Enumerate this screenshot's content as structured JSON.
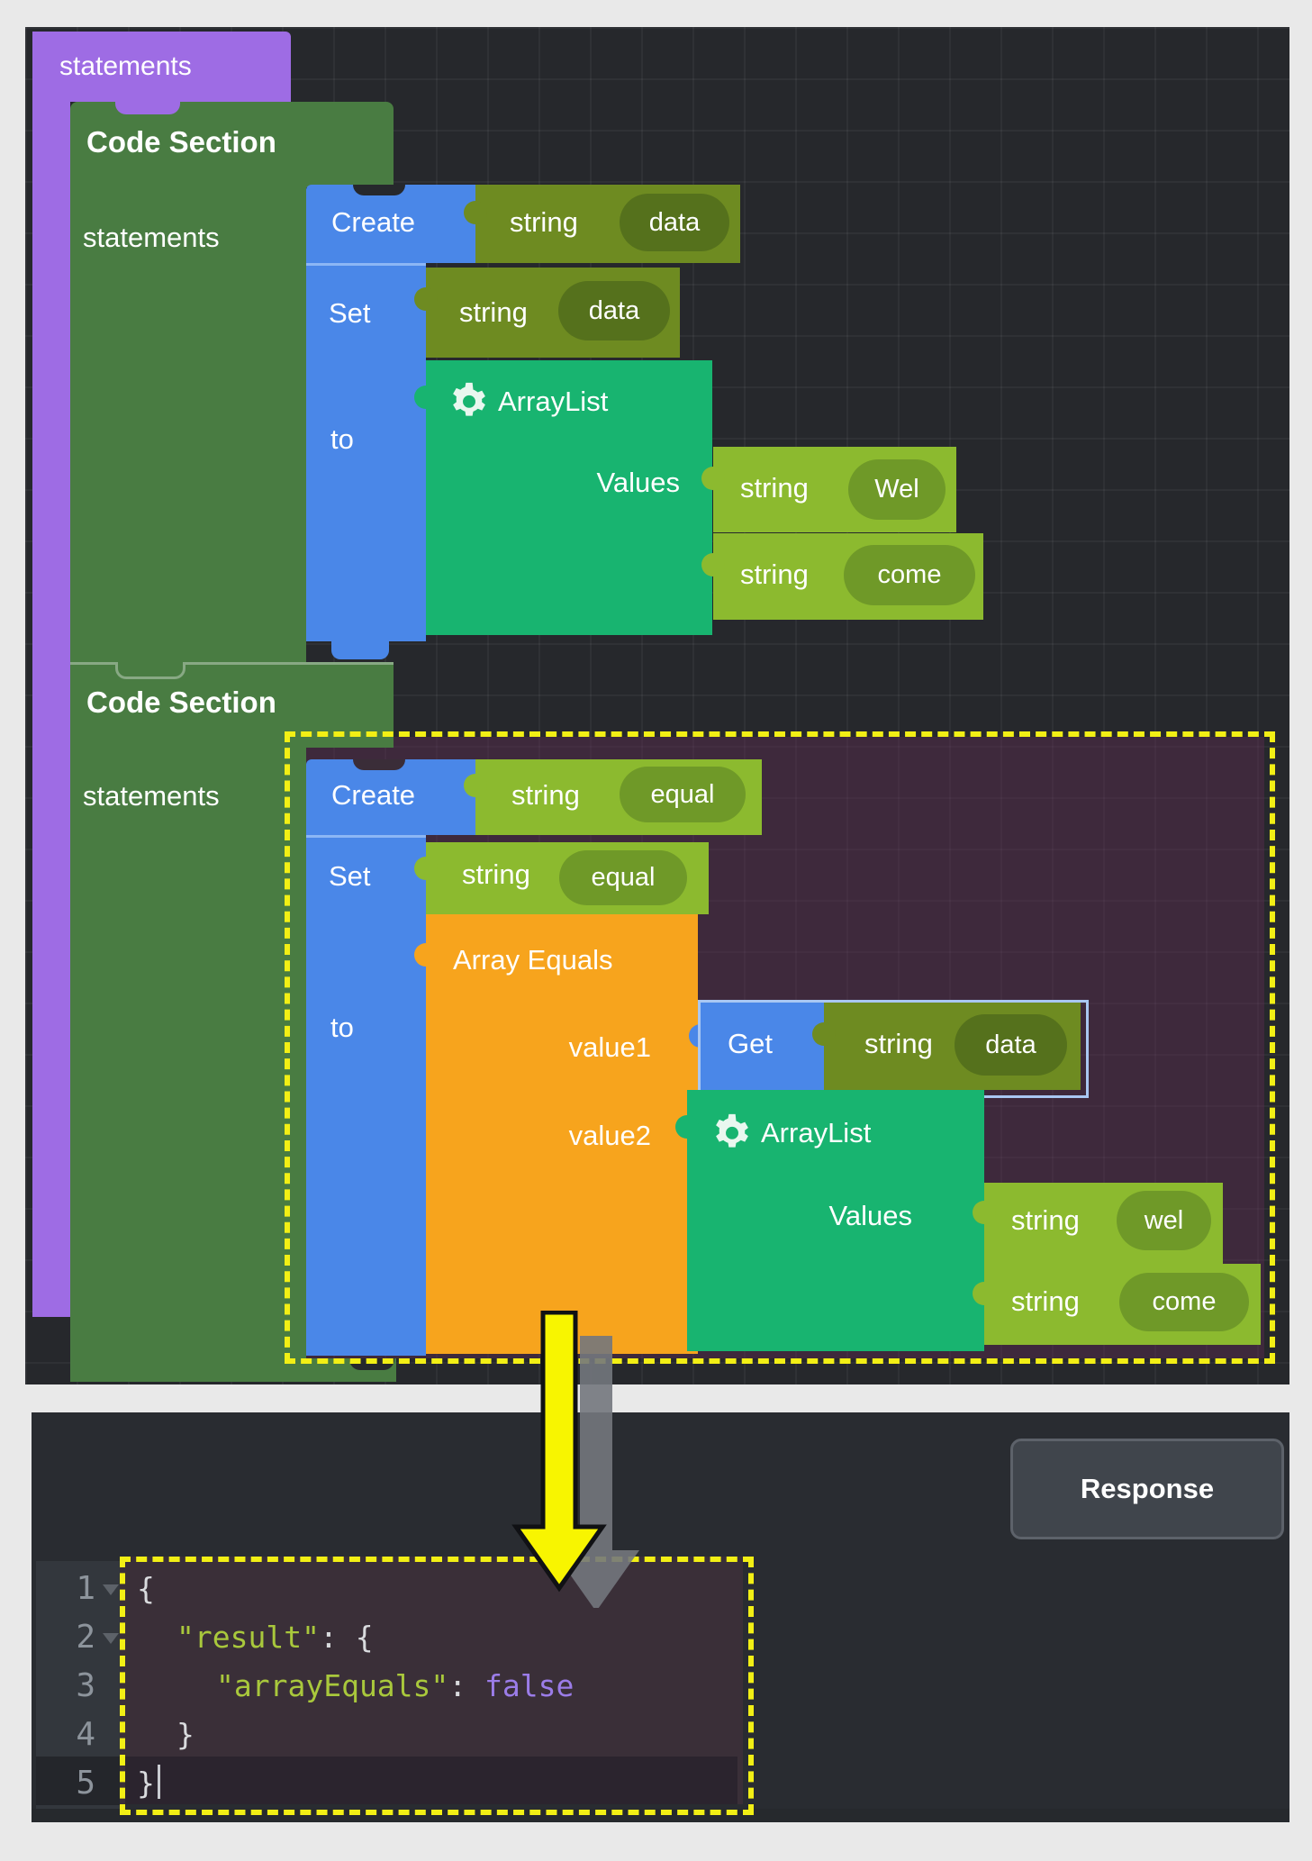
{
  "colors": {
    "canvas_bg": "#26282c",
    "wrapper_purple": "#9e6ce4",
    "section_green": "#497c42",
    "block_blue": "#4a87e8",
    "string_olive": "#6e8b21",
    "string_light_green": "#8cba2f",
    "arraylist_teal": "#18b470",
    "array_equals_orange": "#f7a41d",
    "highlight_yellow": "#f2ef15",
    "json_key_green": "#a9c83c",
    "json_bool_purple": "#9b7ce8"
  },
  "workspace": {
    "wrapper_label": "statements",
    "section1": {
      "title": "Code Section",
      "statements_label": "statements",
      "create_label": "Create",
      "create_type": "string",
      "create_name": "data",
      "set_label": "Set",
      "set_type": "string",
      "set_name": "data",
      "to_label": "to",
      "arraylist_label": "ArrayList",
      "values_label": "Values",
      "items": [
        {
          "type": "string",
          "value": "Wel"
        },
        {
          "type": "string",
          "value": "come"
        }
      ]
    },
    "section2": {
      "title": "Code Section",
      "statements_label": "statements",
      "create_label": "Create",
      "create_type": "string",
      "create_name": "equal",
      "set_label": "Set",
      "set_type": "string",
      "set_name": "equal",
      "to_label": "to",
      "array_equals_label": "Array Equals",
      "value1_label": "value1",
      "value2_label": "value2",
      "get_label": "Get",
      "get_type": "string",
      "get_name": "data",
      "arraylist_label": "ArrayList",
      "values_label": "Values",
      "items": [
        {
          "type": "string",
          "value": "wel"
        },
        {
          "type": "string",
          "value": "come"
        }
      ]
    }
  },
  "response_panel": {
    "button_label": "Response",
    "code_lines": [
      {
        "num": "1",
        "fold": true,
        "indent": 0,
        "segs": [
          [
            "{",
            "w"
          ]
        ],
        "caret": false
      },
      {
        "num": "2",
        "fold": true,
        "indent": 1,
        "segs": [
          [
            "\"result\"",
            "g"
          ],
          [
            ": ",
            "w"
          ],
          [
            "{",
            "w"
          ]
        ],
        "caret": false
      },
      {
        "num": "3",
        "fold": false,
        "indent": 2,
        "segs": [
          [
            "\"arrayEquals\"",
            "g"
          ],
          [
            ": ",
            "w"
          ],
          [
            "false",
            "p"
          ]
        ],
        "caret": false
      },
      {
        "num": "4",
        "fold": false,
        "indent": 1,
        "segs": [
          [
            "}",
            "w"
          ]
        ],
        "caret": false
      },
      {
        "num": "5",
        "fold": false,
        "indent": 0,
        "segs": [
          [
            "}",
            "w"
          ]
        ],
        "caret": true
      }
    ]
  }
}
